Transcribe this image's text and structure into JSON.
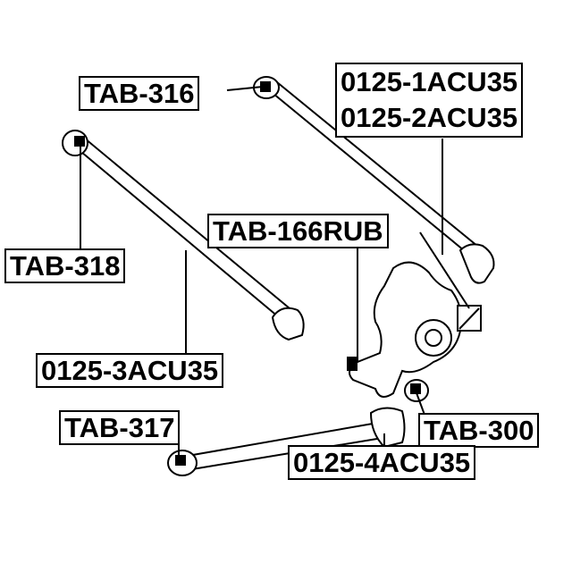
{
  "labels": {
    "tab316": "TAB-316",
    "acu35_1": "0125-1ACU35",
    "acu35_2": "0125-2ACU35",
    "tab318": "TAB-318",
    "tab166rub": "TAB-166RUB",
    "acu35_3": "0125-3ACU35",
    "tab317": "TAB-317",
    "tab300": "TAB-300",
    "acu35_4": "0125-4ACU35"
  }
}
